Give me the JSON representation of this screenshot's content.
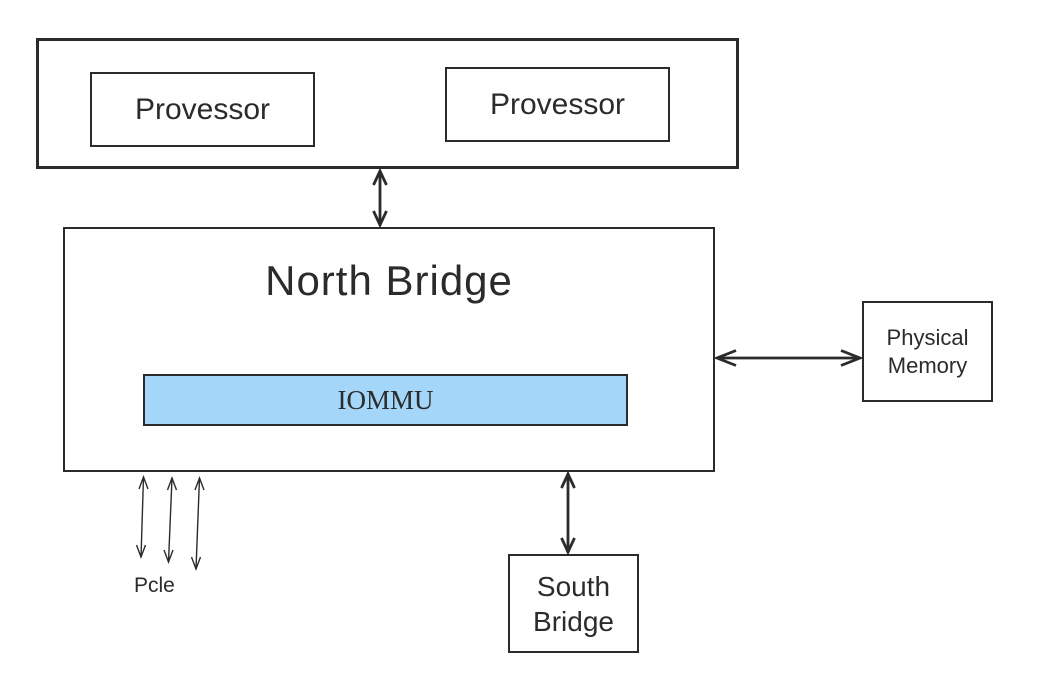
{
  "boxes": {
    "processor1": {
      "label": "Provessor"
    },
    "processor2": {
      "label": "Provessor"
    },
    "north_bridge": {
      "label": "North Bridge"
    },
    "iommu": {
      "label": "IOMMU"
    },
    "physical_memory": {
      "lines": [
        "Physical",
        "Memory"
      ]
    },
    "south_bridge": {
      "lines": [
        "South",
        "Bridge"
      ]
    }
  },
  "labels": {
    "pcie": "Pcle"
  },
  "colors": {
    "stroke": "#2b2b2b",
    "iommu_fill": "#a4d6fa",
    "background": "#ffffff"
  }
}
